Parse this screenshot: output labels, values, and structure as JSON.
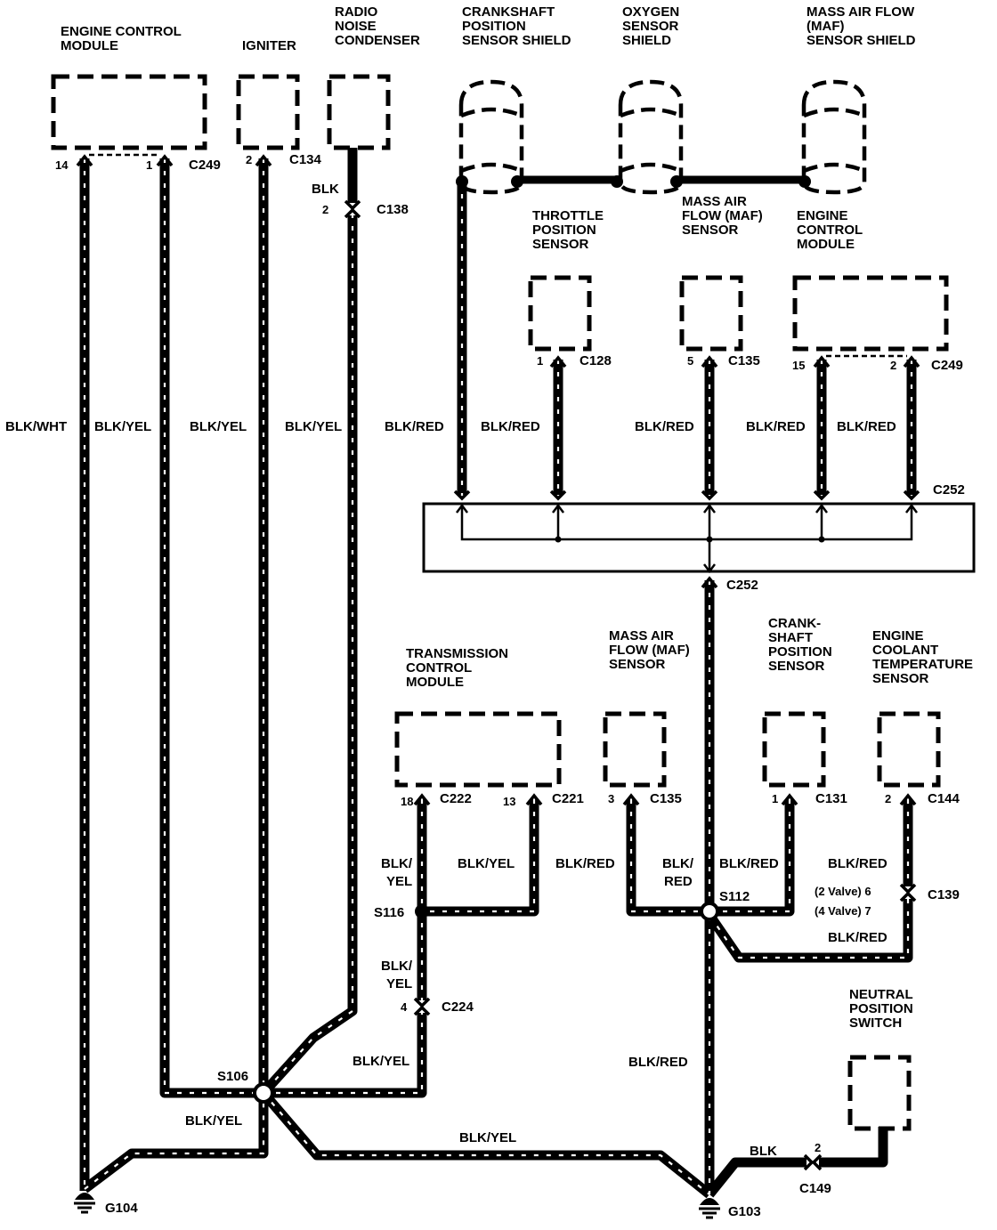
{
  "components": {
    "ecm_top": "ENGINE CONTROL MODULE",
    "igniter": "IGNITER",
    "radio_noise_condenser": "RADIO NOISE CONDENSER",
    "ckp_shield": "CRANKSHAFT POSITION SENSOR SHIELD",
    "o2_shield": "OXYGEN SENSOR SHIELD",
    "maf_shield": "MASS AIR FLOW (MAF) SENSOR SHIELD",
    "tps": "THROTTLE POSITION SENSOR",
    "maf_mid": "MASS AIR FLOW (MAF) SENSOR",
    "ecm_mid": "ENGINE CONTROL MODULE",
    "tcm": "TRANSMISSION CONTROL MODULE",
    "maf_low": "MASS AIR FLOW (MAF) SENSOR",
    "ckp_low": "CRANK- SHAFT POSITION SENSOR",
    "ect": "ENGINE COOLANT TEMPERATURE SENSOR",
    "nps": "NEUTRAL POSITION SWITCH"
  },
  "connectors": {
    "c249_top": "C249",
    "c134": "C134",
    "c138": "C138",
    "c128": "C128",
    "c135_mid": "C135",
    "c249_mid": "C249",
    "c252_box": "C252",
    "c252_out": "C252",
    "c222": "C222",
    "c221": "C221",
    "c135_low": "C135",
    "c131": "C131",
    "c144": "C144",
    "c139": "C139",
    "c224": "C224",
    "c149": "C149"
  },
  "pins": {
    "ecm14": "14",
    "ecm1": "1",
    "ign2": "2",
    "c138_2": "2",
    "tps1": "1",
    "maf5": "5",
    "ecm15": "15",
    "ecm2": "2",
    "tcm18": "18",
    "tcm13": "13",
    "maf3": "3",
    "ckp1": "1",
    "ect2": "2",
    "c224_4": "4",
    "c149_2": "2",
    "c139_2valve": "(2 Valve) 6",
    "c139_4valve": "(4 Valve) 7"
  },
  "wires": {
    "blk_wht": "BLK/WHT",
    "blk_yel_1": "BLK/YEL",
    "blk_yel_2": "BLK/YEL",
    "blk_yel_3": "BLK/YEL",
    "blk_c138": "BLK",
    "blk_red_1": "BLK/RED",
    "blk_red_2": "BLK/RED",
    "blk_red_3": "BLK/RED",
    "blk_red_4": "BLK/RED",
    "blk_red_5": "BLK/RED",
    "tcm_blk_a": "BLK/",
    "tcm_yel_a": "YEL",
    "tcm_blk_yel": "BLK/YEL",
    "tcm_blk_b": "BLK/",
    "tcm_yel_b": "YEL",
    "maf_blk_red": "BLK/RED",
    "trunk_blk": "BLK/",
    "trunk_red": "RED",
    "ckp_blk_red": "BLK/RED",
    "ect_blk_red": "BLK/RED",
    "ect_blk_red_2": "BLK/RED",
    "s106_blk_yel_r": "BLK/YEL",
    "s106_blk_yel_l": "BLK/YEL",
    "g_blk_yel": "BLK/YEL",
    "g103_blk_red": "BLK/RED",
    "nps_blk": "BLK"
  },
  "splices": {
    "s106": "S106",
    "s116": "S116",
    "s112": "S112"
  },
  "grounds": {
    "g104": "G104",
    "g103": "G103"
  }
}
